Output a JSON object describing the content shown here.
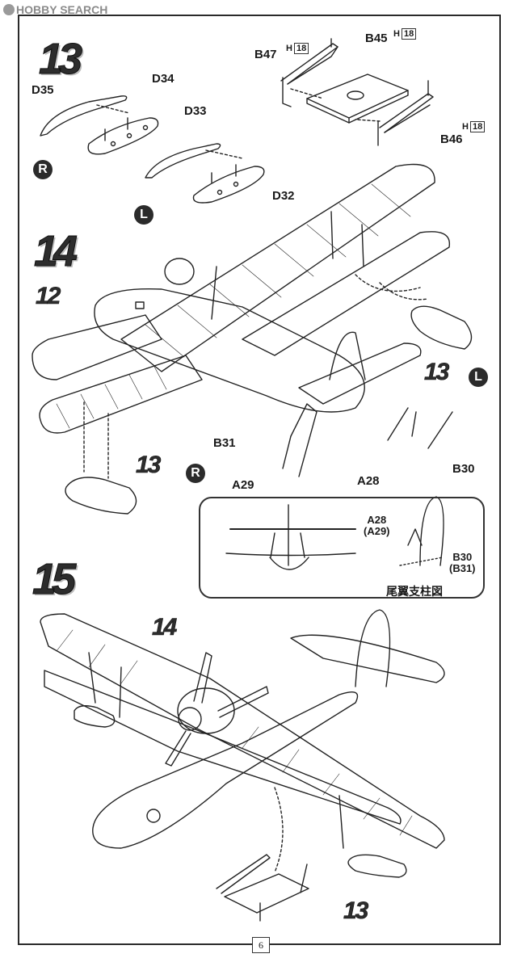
{
  "watermark": {
    "text": "HOBBY SEARCH"
  },
  "steps": {
    "s13": "13",
    "s14": "14",
    "s15": "15"
  },
  "step13": {
    "parts": {
      "d35": "D35",
      "d34": "D34",
      "d33": "D33",
      "d32": "D32",
      "b47": "B47",
      "b45": "B45",
      "b46": "B46"
    },
    "h_ref": {
      "prefix": "H",
      "num": "18"
    },
    "side_right": "R",
    "side_left": "L"
  },
  "step14": {
    "subassembly_12": "12",
    "subassembly_13_left": "13",
    "subassembly_13_right": "13",
    "side_left": "L",
    "side_right": "R",
    "parts": {
      "b31": "B31",
      "a29": "A29",
      "a28": "A28",
      "b30": "B30"
    },
    "detail": {
      "label_a": "A28\n(A29)",
      "label_b": "B30\n(B31)",
      "caption": "尾翼支柱図"
    }
  },
  "step15": {
    "subassembly_14": "14",
    "subassembly_13": "13"
  },
  "page_number": "6",
  "colors": {
    "ink": "#1a1a1a",
    "paper": "#ffffff",
    "badge": "#2b2b2b"
  }
}
